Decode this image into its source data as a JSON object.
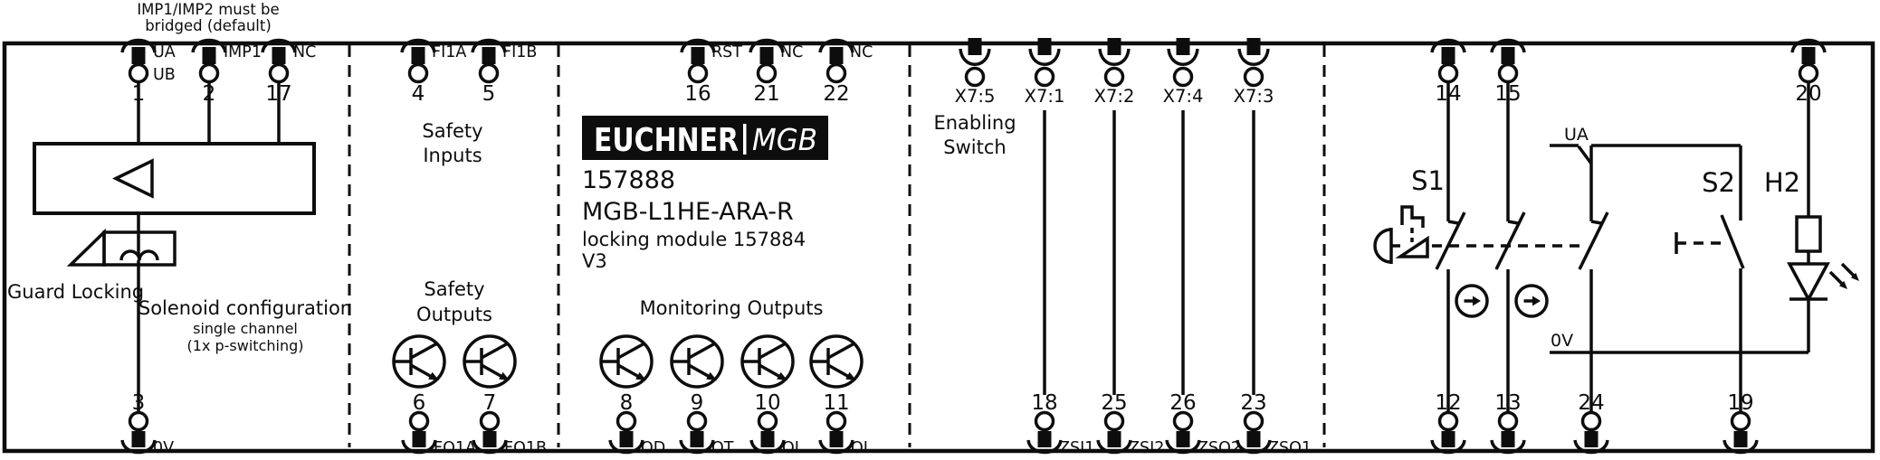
{
  "title_note": {
    "line1": "IMP1/IMP2 must be",
    "line2": "bridged (default)"
  },
  "solenoid_section": {
    "terminals_top": [
      {
        "num": "1",
        "label": "UA",
        "label2": "UB"
      },
      {
        "num": "2",
        "label": "IMP1"
      },
      {
        "num": "17",
        "label": "NC"
      }
    ],
    "terminal_bottom": {
      "num": "3",
      "label": "0V"
    },
    "guard_locking_label": "Guard Locking",
    "config_title": "Solenoid configuration",
    "config_sub1": "single channel",
    "config_sub2": "(1x p-switching)"
  },
  "safety_section": {
    "inputs_line1": "Safety",
    "inputs_line2": "Inputs",
    "outputs_line1": "Safety",
    "outputs_line2": "Outputs",
    "terminals_top": [
      {
        "num": "4",
        "label": "FI1A"
      },
      {
        "num": "5",
        "label": "FI1B"
      }
    ],
    "terminals_bottom": [
      {
        "num": "6",
        "label": "FO1A"
      },
      {
        "num": "7",
        "label": "FO1B"
      }
    ]
  },
  "module_section": {
    "brand": "EUCHNER",
    "brand_sub": "MGB",
    "order_number": "157888",
    "model": "MGB-L1HE-ARA-R",
    "description": "locking module 157884",
    "version": "V3",
    "monitoring_label": "Monitoring Outputs",
    "terminals_top": [
      {
        "num": "16",
        "label": "RST"
      },
      {
        "num": "21",
        "label": "NC"
      },
      {
        "num": "22",
        "label": "NC"
      }
    ],
    "terminals_bottom": [
      {
        "num": "8",
        "label": "OD"
      },
      {
        "num": "9",
        "label": "OT"
      },
      {
        "num": "10",
        "label": "OL"
      },
      {
        "num": "11",
        "label": "OI"
      }
    ]
  },
  "enabling_section": {
    "label_line1": "Enabling",
    "label_line2": "Switch",
    "terminals_top": [
      {
        "label": "X7:5"
      },
      {
        "label": "X7:1"
      },
      {
        "label": "X7:2"
      },
      {
        "label": "X7:4"
      },
      {
        "label": "X7:3"
      }
    ],
    "terminals_bottom": [
      {
        "num": "18",
        "label": "ZSI1"
      },
      {
        "num": "25",
        "label": "ZSI2"
      },
      {
        "num": "26",
        "label": "ZSO2"
      },
      {
        "num": "23",
        "label": "ZSO1"
      }
    ]
  },
  "switch_section": {
    "s1_label": "S1",
    "s2_label": "S2",
    "h2_label": "H2",
    "ua_label": "UA",
    "zero_v_label": "0V",
    "terminals_top": [
      {
        "num": "14"
      },
      {
        "num": "15"
      },
      {
        "num": "20"
      }
    ],
    "terminals_bottom": [
      {
        "num": "12"
      },
      {
        "num": "13"
      },
      {
        "num": "24"
      },
      {
        "num": "19"
      }
    ]
  },
  "colors": {
    "ink": "#0d0d0d",
    "paper": "#ffffff"
  }
}
